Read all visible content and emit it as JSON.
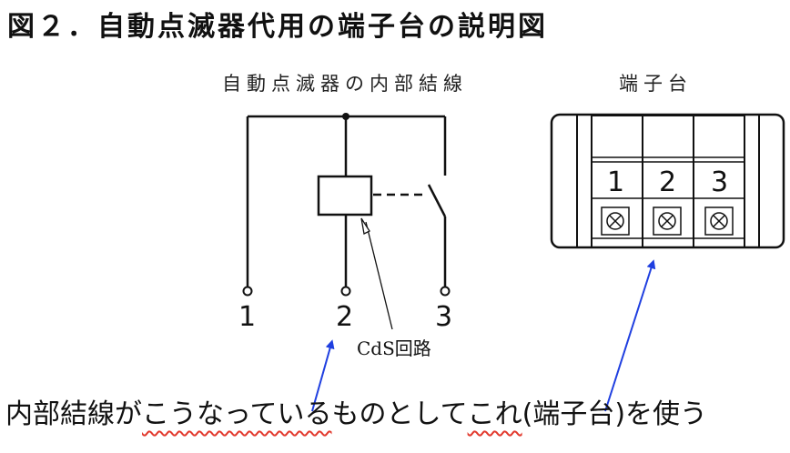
{
  "title": "図２．自動点滅器代用の端子台の説明図",
  "wiring": {
    "heading": "自動点滅器の内部結線",
    "pins": [
      "1",
      "2",
      "3"
    ],
    "cds_label": "CdS回路"
  },
  "terminal_block": {
    "heading": "端子台",
    "numbers": [
      "1",
      "2",
      "3"
    ]
  },
  "caption": {
    "part1": "内部結線が",
    "part2": "こうなっている",
    "part3": "ものとして",
    "part4": "これ",
    "part5": "(端子台)を使う"
  },
  "colors": {
    "arrow": "#1f3fe0",
    "wavy_underline": "#e23a2e",
    "line": "#111111"
  }
}
